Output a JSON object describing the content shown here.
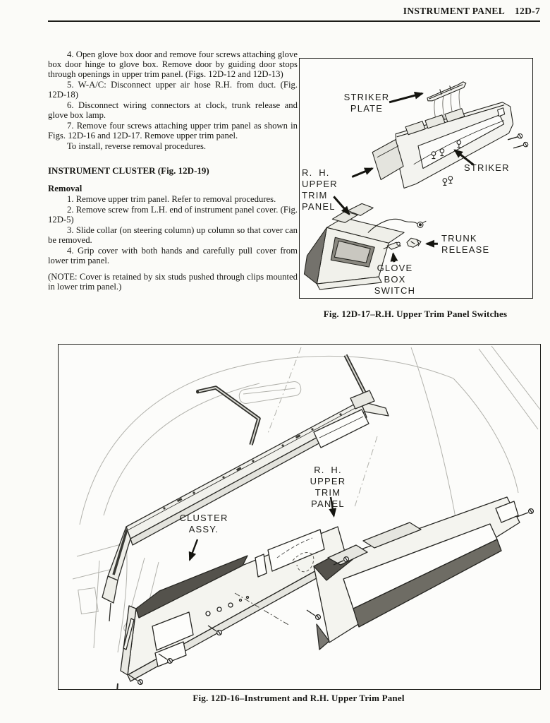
{
  "header": {
    "title": "INSTRUMENT PANEL",
    "page_number": "12D-7"
  },
  "procedure": {
    "steps_upper": [
      "4. Open glove box door and remove four screws attaching glove box door hinge to glove box. Remove door by guiding door stops through openings in upper trim panel. (Figs. 12D-12 and 12D-13)",
      "5. W-A/C:  Disconnect upper air hose R.H. from duct. (Fig. 12D-18)",
      "6. Disconnect wiring connectors at clock, trunk release and glove box lamp.",
      "7. Remove four screws attaching upper trim panel as shown in Figs. 12D-16 and 12D-17. Remove upper trim panel."
    ],
    "install_note": "To install, reverse removal procedures.",
    "cluster_heading": "INSTRUMENT CLUSTER (Fig. 12D-19)",
    "removal_heading": "Removal",
    "removal_steps": [
      "1. Remove upper trim panel. Refer to removal procedures.",
      "2. Remove screw from L.H. end of instrument panel cover. (Fig. 12D-5)",
      "3. Slide collar (on steering column) up column so that cover can be removed.",
      "4. Grip cover with both hands and carefully pull cover from lower trim panel."
    ],
    "note": "(NOTE:  Cover is retained by six studs pushed through clips mounted in lower trim panel.)"
  },
  "figure17": {
    "caption": "Fig. 12D-17–R.H. Upper Trim Panel Switches",
    "labels": {
      "striker_plate": "STRIKER\nPLATE",
      "striker": "STRIKER",
      "rh_upper_trim_panel": "R. H. UPPER\nTRIM PANEL",
      "trunk_release": "TRUNK\nRELEASE",
      "glove_box_switch": "GLOVE BOX\nSWITCH"
    }
  },
  "figure16": {
    "caption": "Fig. 12D-16–Instrument and R.H. Upper Trim Panel",
    "labels": {
      "cluster_assy": "CLUSTER\nASSY.",
      "rh_upper_trim_panel": "R. H. UPPER\nTRIM PANEL"
    }
  }
}
